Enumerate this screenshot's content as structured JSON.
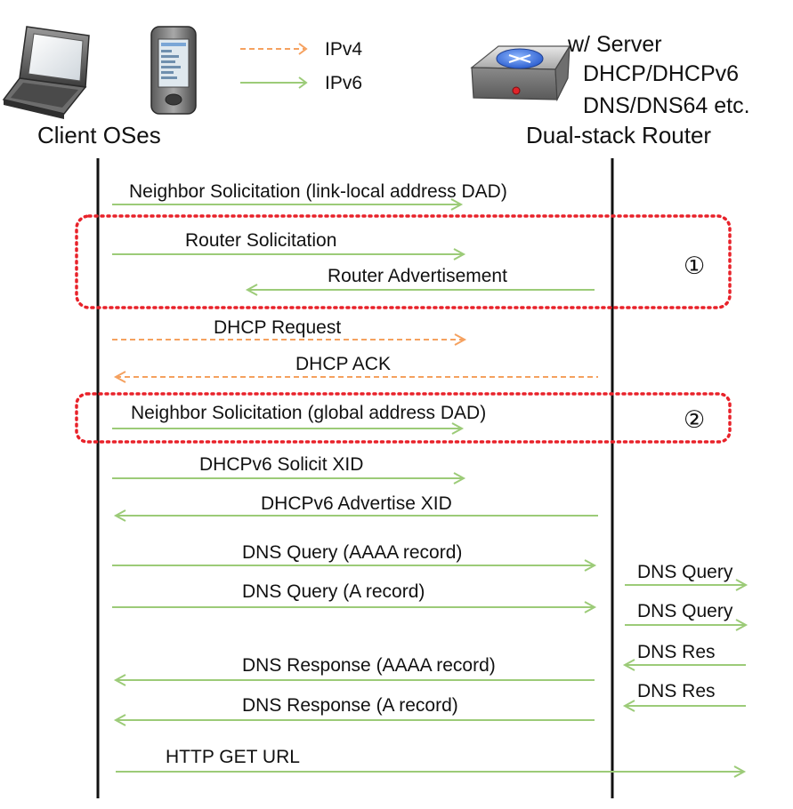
{
  "legend": {
    "ipv4_label": "IPv4",
    "ipv6_label": "IPv6"
  },
  "client": {
    "label": "Client OSes",
    "laptop_icon": "laptop-icon",
    "phone_icon": "smartphone-icon"
  },
  "router": {
    "label": "Dual-stack Router",
    "server_lines": [
      "w/ Server",
      "DHCP/DHCPv6",
      "DNS/DNS64 etc."
    ],
    "icon": "router-icon"
  },
  "groups": [
    {
      "marker": "①"
    },
    {
      "marker": "②"
    }
  ],
  "colors": {
    "ipv4": "#F5A15F",
    "ipv6": "#9CCB78",
    "group_border": "#E8222A",
    "lifeline": "#111111"
  },
  "messages": [
    {
      "label": "Neighbor Solicitation (link-local address DAD)",
      "proto": "IPv6",
      "dir": "right"
    },
    {
      "label": "Router Solicitation",
      "proto": "IPv6",
      "dir": "right"
    },
    {
      "label": "Router Advertisement",
      "proto": "IPv6",
      "dir": "left"
    },
    {
      "label": "DHCP Request",
      "proto": "IPv4",
      "dir": "right"
    },
    {
      "label": "DHCP ACK",
      "proto": "IPv4",
      "dir": "left"
    },
    {
      "label": "Neighbor Solicitation (global address DAD)",
      "proto": "IPv6",
      "dir": "right"
    },
    {
      "label": "DHCPv6 Solicit XID",
      "proto": "IPv6",
      "dir": "right"
    },
    {
      "label": "DHCPv6 Advertise XID",
      "proto": "IPv6",
      "dir": "left"
    },
    {
      "label": "DNS Query (AAAA record)",
      "proto": "IPv6",
      "dir": "right"
    },
    {
      "label": "DNS Query (A record)",
      "proto": "IPv6",
      "dir": "right"
    },
    {
      "label": "DNS Response (AAAA record)",
      "proto": "IPv6",
      "dir": "left"
    },
    {
      "label": "DNS Response (A record)",
      "proto": "IPv6",
      "dir": "left"
    },
    {
      "label": "HTTP GET URL",
      "proto": "IPv6",
      "dir": "right"
    }
  ],
  "upstream": [
    {
      "label": "DNS Query",
      "dir": "right"
    },
    {
      "label": "DNS Query",
      "dir": "right"
    },
    {
      "label": "DNS Res",
      "dir": "left"
    },
    {
      "label": "DNS Res",
      "dir": "left"
    }
  ]
}
